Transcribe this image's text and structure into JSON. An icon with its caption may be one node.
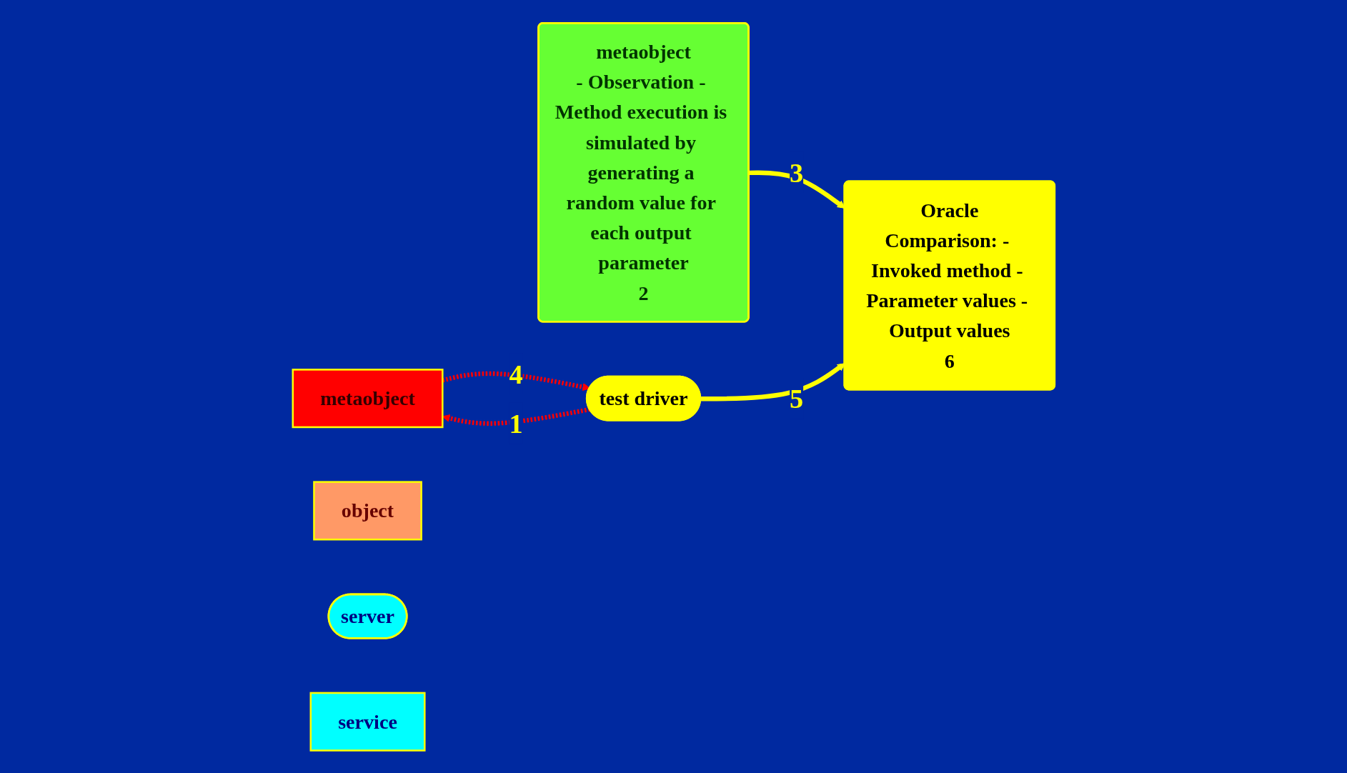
{
  "diagram": {
    "nodes": [
      {
        "text": [
          "Oracle",
          "Comparison: - Invoked method - Parameter values - Output values",
          "6"
        ]
      },
      {
        "text": [
          "metaobject",
          "- Observation - Method execution is simulated by generating a random value for each output parameter",
          "2"
        ]
      },
      {
        "text": [
          "metaobject"
        ]
      },
      {
        "text": [
          "test driver"
        ]
      },
      {
        "text": [
          "object"
        ]
      },
      {
        "text": [
          "server"
        ]
      },
      {
        "text": [
          "service"
        ]
      }
    ],
    "edges": [
      {
        "from": 3,
        "to": 2,
        "arrow": "to",
        "label": "1",
        "style": "dashed",
        "color": "#ff0000"
      },
      {
        "from": 1,
        "to": 0,
        "arrow": "to",
        "label": "3",
        "color": "#ffff00"
      },
      {
        "from": 2,
        "to": 3,
        "arrow": "to",
        "label": "4",
        "style": "dashed",
        "color": "#ff0000"
      },
      {
        "from": 3,
        "to": 0,
        "arrow": "to",
        "label": "5",
        "color": "#ffff00"
      }
    ]
  }
}
